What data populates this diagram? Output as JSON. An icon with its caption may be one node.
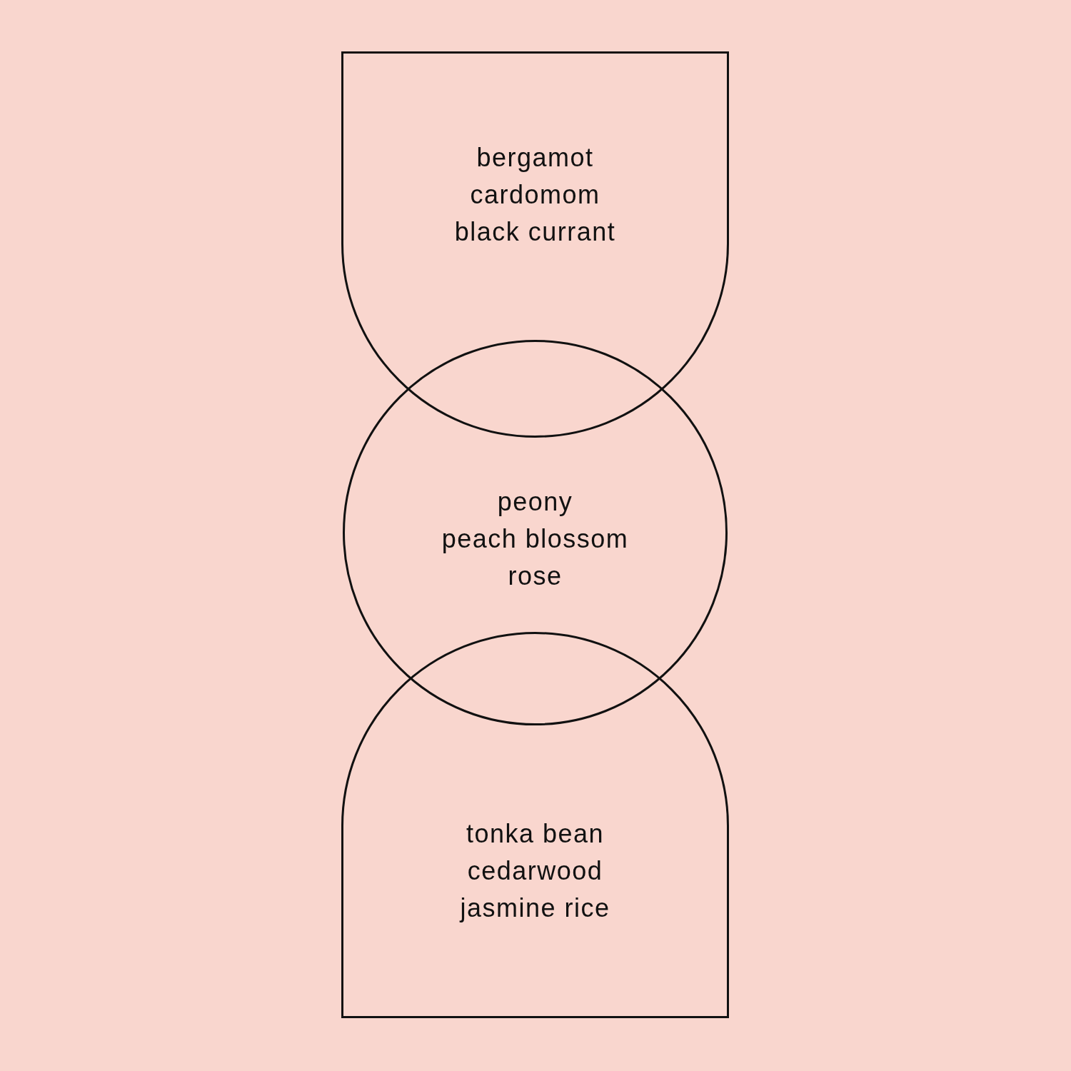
{
  "diagram": {
    "nodes": [
      {
        "text": [
          "bergamot",
          "cardomom",
          "black currant"
        ]
      },
      {
        "text": [
          "peony",
          "peach blossom",
          "rose"
        ]
      },
      {
        "text": [
          "tonka bean",
          "cedarwood",
          "jasmine rice"
        ]
      }
    ]
  }
}
